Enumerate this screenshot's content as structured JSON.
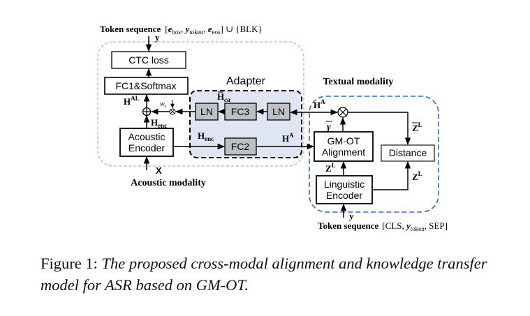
{
  "diagram": {
    "regions": {
      "adapter_title": "Adapter",
      "textual_modality": "Textual modality",
      "acoustic_modality": "Acoustic modality"
    },
    "blocks": {
      "ctc_loss": "CTC loss",
      "fc1_softmax": "FC1&Softmax",
      "acoustic_encoder": [
        "Acoustic",
        "Encoder"
      ],
      "ln_left": "LN",
      "fc3": "FC3",
      "ln_right": "LN",
      "fc2": "FC2",
      "gmot": [
        "GM-OT",
        "Alignment"
      ],
      "distance": "Distance",
      "linguistic_encoder": [
        "Linguistic",
        "Encoder"
      ]
    },
    "top_input": {
      "label": "Token sequence",
      "set_open": "[",
      "e_bos": "e",
      "e_bos_sub": "bos",
      "y_token": "y",
      "y_token_sub": "token",
      "e_eos": "e",
      "e_eos_sub": "eos",
      "set_close": "] ∪ {BLK}",
      "y": "y"
    },
    "bottom_input": {
      "label": "Token sequence",
      "bracket_open": "[CLS, ",
      "y_token": "y",
      "y_token_sub": "token",
      "bracket_close": ", SEP]",
      "y": "y"
    },
    "labels": {
      "x_input": "X",
      "h_al": "H",
      "h_al_sup": "AL",
      "h_enc_left": "H",
      "h_enc_left_sub": "enc",
      "h_enc_mid": "H",
      "h_enc_mid_sub": "enc",
      "h_ca": "H",
      "h_ca_sub": "ca",
      "ws": "w",
      "ws_sub": "s",
      "h_a_mid": "H",
      "h_a_mid_sup": "A",
      "h_a_right": "H",
      "h_a_right_sup": "A",
      "gamma": "γ",
      "z_tilde": "Z",
      "z_tilde_sup": "L",
      "z_left": "Z",
      "z_left_sup": "L",
      "z_right": "Z",
      "z_right_sup": "L"
    },
    "colors": {
      "acoustic_box": "#e8a598",
      "textual_box": "#2f6cc8",
      "adapter_fill": "#dfe5f2",
      "gray_block": "#bcbfc6"
    }
  },
  "caption": {
    "prefix": "Figure 1: ",
    "text": "The proposed cross-modal alignment and knowledge transfer model for ASR based on GM-OT."
  }
}
